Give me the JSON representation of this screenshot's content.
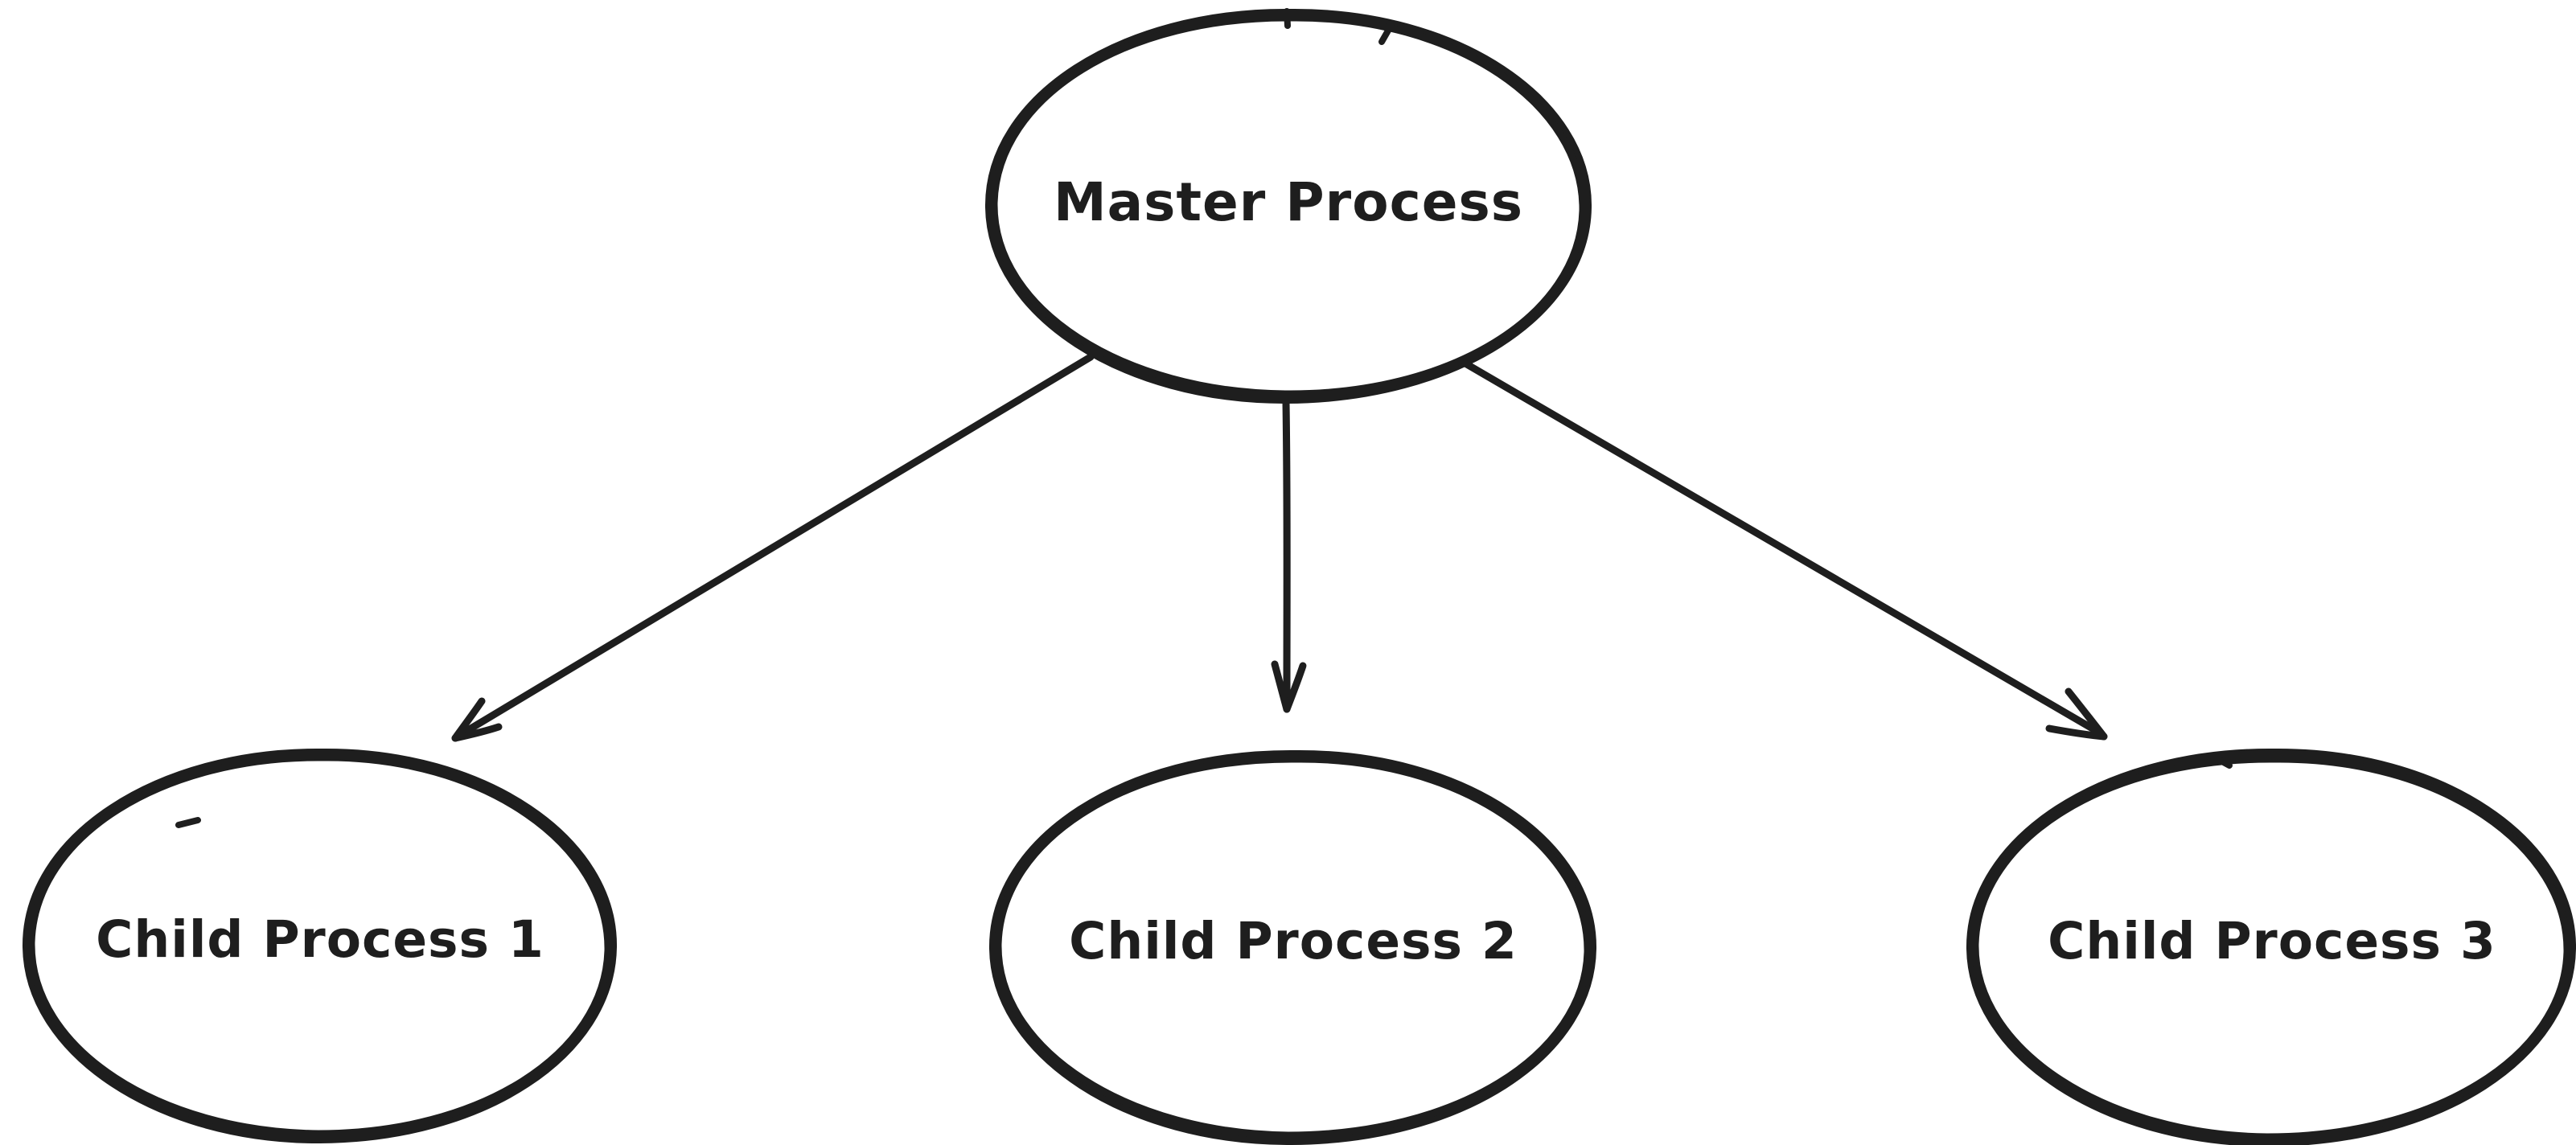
{
  "diagram": {
    "title": "Master process and child processes tree",
    "style": "hand-drawn-sketch",
    "colors": {
      "background": "#ffffff",
      "stroke": "#1e1e1e"
    },
    "nodes": [
      {
        "id": "master",
        "shape": "ellipse",
        "label": "Master Process"
      },
      {
        "id": "child-1",
        "shape": "ellipse",
        "label": "Child Process 1"
      },
      {
        "id": "child-2",
        "shape": "ellipse",
        "label": "Child Process 2"
      },
      {
        "id": "child-3",
        "shape": "ellipse",
        "label": "Child Process 3"
      }
    ],
    "edges": [
      {
        "from": "master",
        "to": "child-1",
        "type": "arrow"
      },
      {
        "from": "master",
        "to": "child-2",
        "type": "arrow"
      },
      {
        "from": "master",
        "to": "child-3",
        "type": "arrow"
      }
    ]
  }
}
